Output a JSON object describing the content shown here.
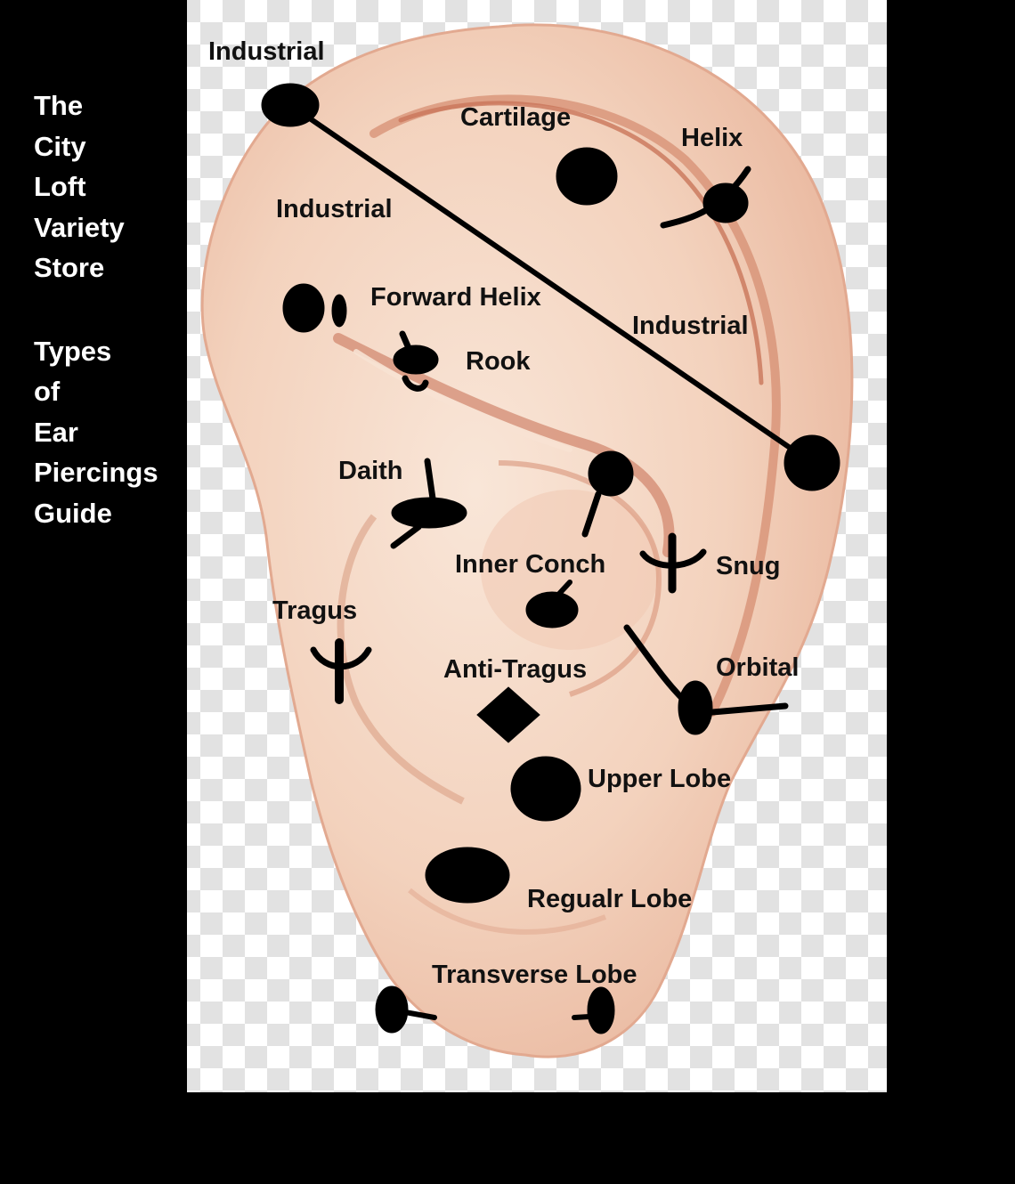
{
  "sidebar": {
    "store_lines": [
      "The",
      "City",
      "Loft",
      "Variety",
      "Store"
    ],
    "guide_lines": [
      "Types",
      "of",
      "Ear",
      "Piercings",
      "Guide"
    ]
  },
  "labels": {
    "industrial_top": "Industrial",
    "cartilage": "Cartilage",
    "helix": "Helix",
    "industrial_left": "Industrial",
    "forward_helix": "Forward Helix",
    "industrial_right": "Industrial",
    "rook": "Rook",
    "daith": "Daith",
    "inner_conch": "Inner Conch",
    "snug": "Snug",
    "tragus": "Tragus",
    "anti_tragus": "Anti-Tragus",
    "orbital": "Orbital",
    "upper_lobe": "Upper Lobe",
    "regular_lobe": "Regualr Lobe",
    "transverse_lobe": "Transverse Lobe"
  },
  "colors": {
    "background": "#000000",
    "skin_light": "#f6dccb",
    "skin_mid": "#ebb89c",
    "skin_dark": "#c9755a",
    "jewelry": "#000000",
    "checker_light": "#ffffff",
    "checker_dark": "#e2e2e2"
  }
}
